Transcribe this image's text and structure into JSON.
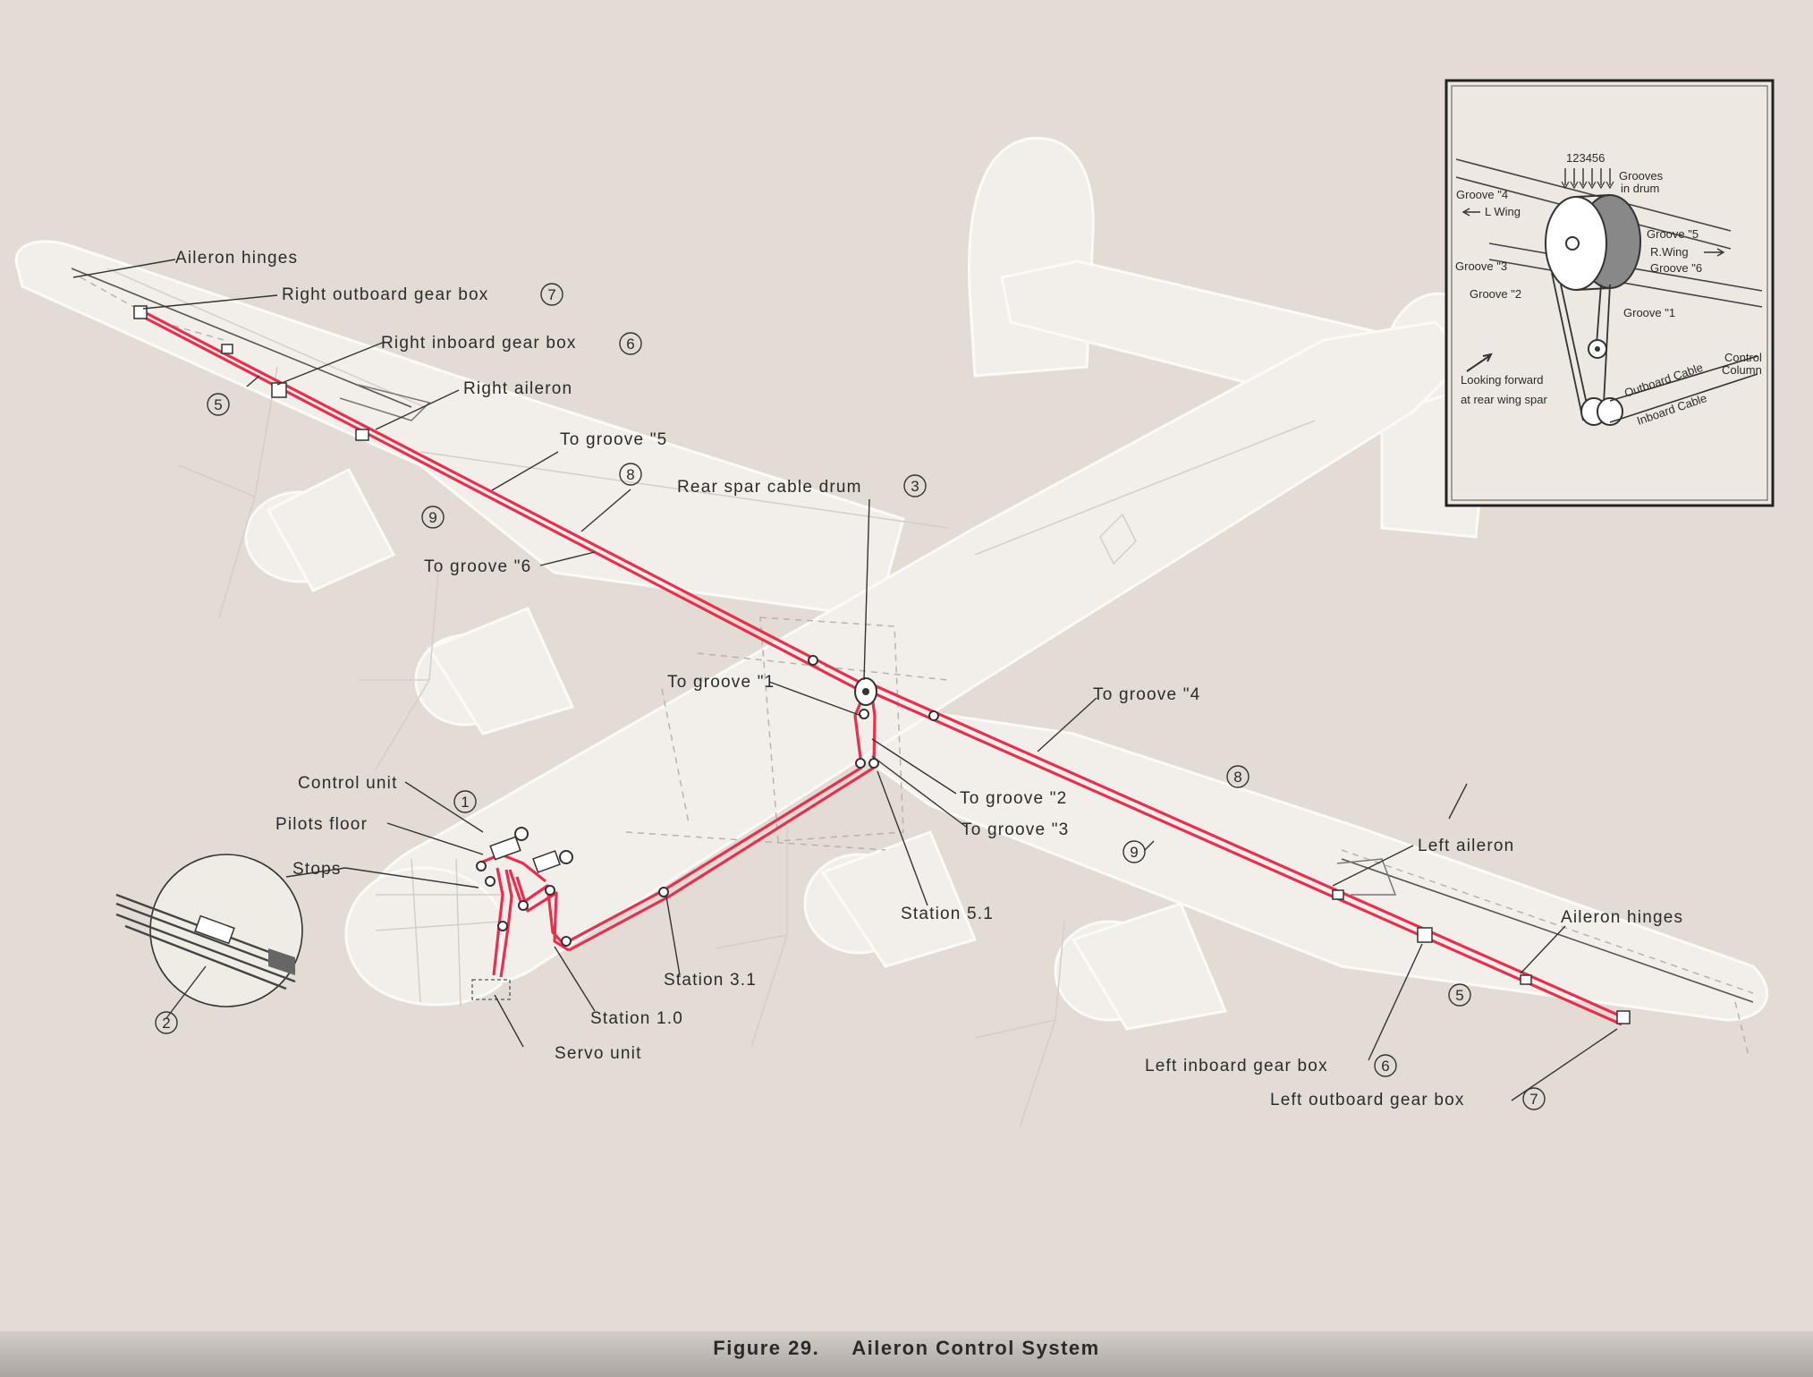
{
  "figure": {
    "number": "Figure 29.",
    "title": "Aileron Control System"
  },
  "labels": {
    "aileron_hinges_right": "Aileron hinges",
    "right_outboard_gear_box": "Right outboard gear box",
    "right_inboard_gear_box": "Right inboard gear box",
    "right_aileron": "Right aileron",
    "to_groove_5": "To groove \"5",
    "to_groove_6": "To groove \"6",
    "rear_spar_cable_drum": "Rear spar cable drum",
    "to_groove_1": "To groove \"1",
    "to_groove_4": "To groove \"4",
    "to_groove_2": "To groove \"2",
    "to_groove_3": "To groove \"3",
    "control_unit": "Control unit",
    "pilots_floor": "Pilots floor",
    "stops": "Stops",
    "station_51": "Station 5.1",
    "station_31": "Station 3.1",
    "station_10": "Station 1.0",
    "servo_unit": "Servo unit",
    "left_aileron": "Left aileron",
    "aileron_hinges_left": "Aileron hinges",
    "left_inboard_gear_box": "Left inboard gear box",
    "left_outboard_gear_box": "Left outboard gear box"
  },
  "callouts": {
    "n1": "1",
    "n2": "2",
    "n3": "3",
    "n5": "5",
    "n6": "6",
    "n7": "7",
    "n8": "8",
    "n9": "9"
  },
  "inset": {
    "grooves_numbers": "123456",
    "grooves_in_drum_1": "Grooves",
    "grooves_in_drum_2": "in drum",
    "groove4": "Groove \"4",
    "l_wing": "L Wing",
    "groove3": "Groove \"3",
    "groove2": "Groove \"2",
    "groove5": "Groove \"5",
    "r_wing": "R.Wing",
    "groove6": "Groove \"6",
    "groove1": "Groove \"1",
    "looking_1": "Looking forward",
    "looking_2": "at rear wing spar",
    "outboard_cable": "Outboard Cable",
    "inboard_cable": "Inboard Cable",
    "control_column_1": "Control",
    "control_column_2": "Column"
  },
  "colors": {
    "cable": "#e8304e",
    "background": "#e3dcd4",
    "airframe": "#f2efea"
  }
}
